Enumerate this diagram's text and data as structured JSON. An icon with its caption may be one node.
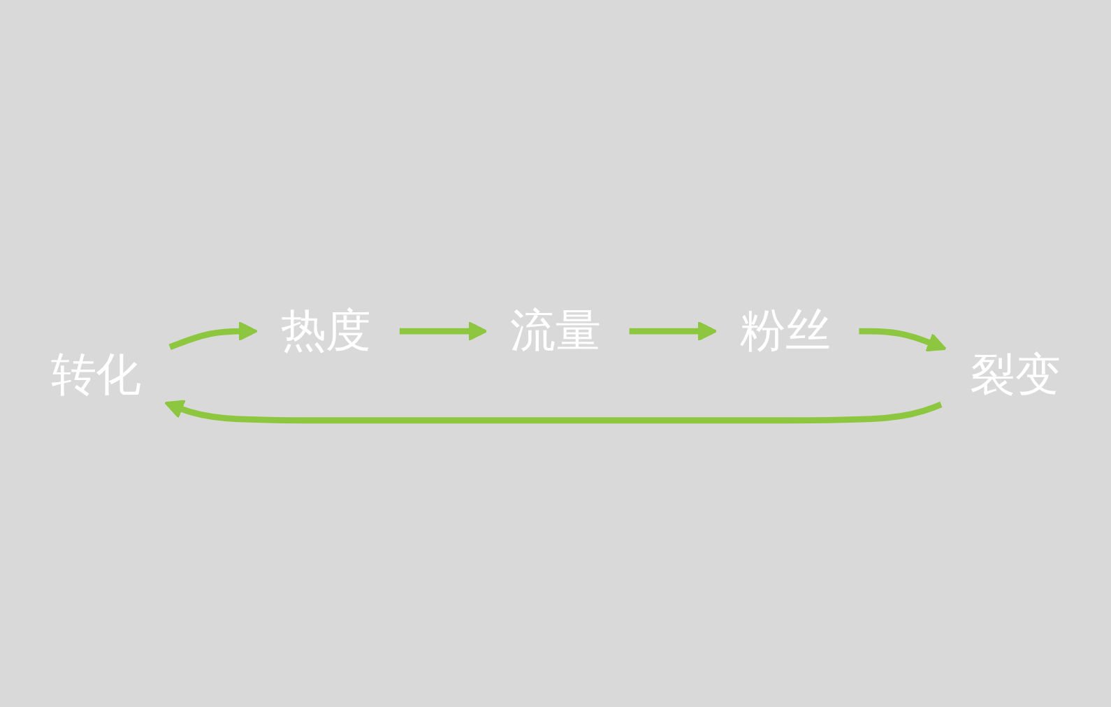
{
  "diagram": {
    "nodes": [
      {
        "text": [
          "转化"
        ]
      },
      {
        "text": [
          "热度"
        ]
      },
      {
        "text": [
          "流量"
        ]
      },
      {
        "text": [
          "粉丝"
        ]
      },
      {
        "text": [
          "裂变"
        ]
      }
    ],
    "edges": [
      {
        "from": 0,
        "to": 1,
        "arrow": "to"
      },
      {
        "from": 1,
        "to": 2,
        "arrow": "to"
      },
      {
        "from": 2,
        "to": 3,
        "arrow": "to"
      },
      {
        "from": 3,
        "to": 4,
        "arrow": "to"
      },
      {
        "from": 4,
        "to": 0,
        "arrow": "to"
      }
    ]
  }
}
